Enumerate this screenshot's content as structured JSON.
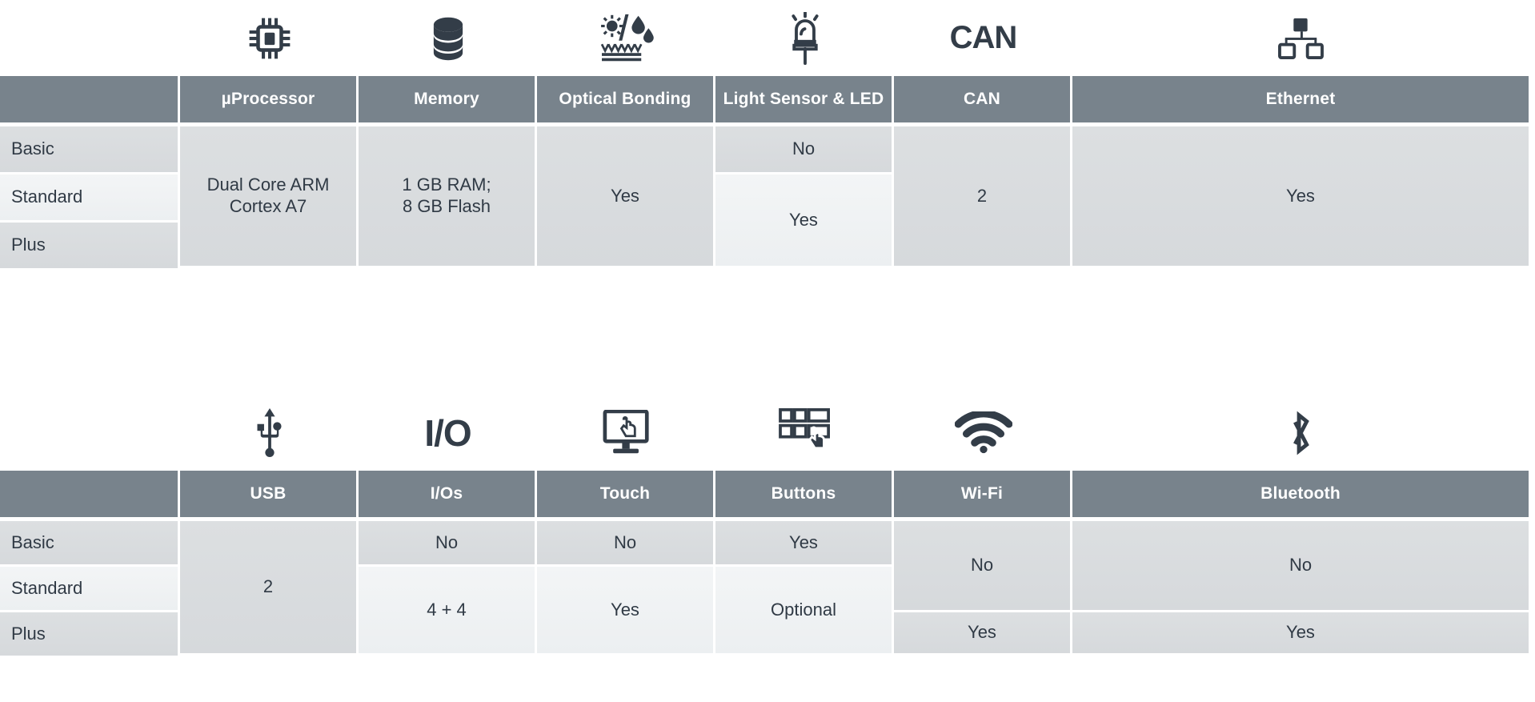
{
  "theme": {
    "header_bg": "#78838c",
    "header_text": "#ffffff",
    "cell_bg_dark": "#dcdfe1",
    "cell_bg_light": "#f2f4f5",
    "text": "#2e3742",
    "icon_color": "#333d48",
    "page_bg": "#ffffff"
  },
  "tables": [
    {
      "id": "table-1",
      "icons": [
        "",
        "cpu-icon",
        "database-icon",
        "sun-water-resistant-icon",
        "led-icon",
        "can-text-icon",
        "ethernet-icon"
      ],
      "icon_labels": [
        "",
        "",
        "",
        "",
        "",
        "CAN",
        ""
      ],
      "headers": [
        "",
        "µProcessor",
        "Memory",
        "Optical Bonding",
        "Light Sensor & LED",
        "CAN",
        "Ethernet"
      ],
      "row_labels": [
        "Basic",
        "Standard",
        "Plus"
      ],
      "columns": [
        {
          "name": "µProcessor",
          "cells": [
            {
              "text": "Dual Core ARM\nCortex A7",
              "span": 3
            }
          ]
        },
        {
          "name": "Memory",
          "cells": [
            {
              "text": "1 GB RAM;\n8 GB Flash",
              "span": 3
            }
          ]
        },
        {
          "name": "Optical Bonding",
          "cells": [
            {
              "text": "Yes",
              "span": 3
            }
          ]
        },
        {
          "name": "Light Sensor & LED",
          "cells": [
            {
              "text": "No",
              "span": 1
            },
            {
              "text": "Yes",
              "span": 2
            }
          ]
        },
        {
          "name": "CAN",
          "cells": [
            {
              "text": "2",
              "span": 3
            }
          ]
        },
        {
          "name": "Ethernet",
          "cells": [
            {
              "text": "Yes",
              "span": 3
            }
          ]
        }
      ]
    },
    {
      "id": "table-2",
      "icons": [
        "",
        "usb-icon",
        "io-text-icon",
        "touchscreen-icon",
        "keypad-touch-icon",
        "wifi-icon",
        "bluetooth-icon"
      ],
      "icon_labels": [
        "",
        "",
        "I/O",
        "",
        "",
        "",
        ""
      ],
      "headers": [
        "",
        "USB",
        "I/Os",
        "Touch",
        "Buttons",
        "Wi-Fi",
        "Bluetooth"
      ],
      "row_labels": [
        "Basic",
        "Standard",
        "Plus"
      ],
      "columns": [
        {
          "name": "USB",
          "cells": [
            {
              "text": "2",
              "span": 3
            }
          ]
        },
        {
          "name": "I/Os",
          "cells": [
            {
              "text": "No",
              "span": 1
            },
            {
              "text": "4 + 4",
              "span": 2
            }
          ]
        },
        {
          "name": "Touch",
          "cells": [
            {
              "text": "No",
              "span": 1
            },
            {
              "text": "Yes",
              "span": 2
            }
          ]
        },
        {
          "name": "Buttons",
          "cells": [
            {
              "text": "Yes",
              "span": 1
            },
            {
              "text": "Optional",
              "span": 2
            }
          ]
        },
        {
          "name": "Wi-Fi",
          "cells": [
            {
              "text": "No",
              "span": 2
            },
            {
              "text": "Yes",
              "span": 1
            }
          ]
        },
        {
          "name": "Bluetooth",
          "cells": [
            {
              "text": "No",
              "span": 2
            },
            {
              "text": "Yes",
              "span": 1
            }
          ]
        }
      ]
    }
  ]
}
